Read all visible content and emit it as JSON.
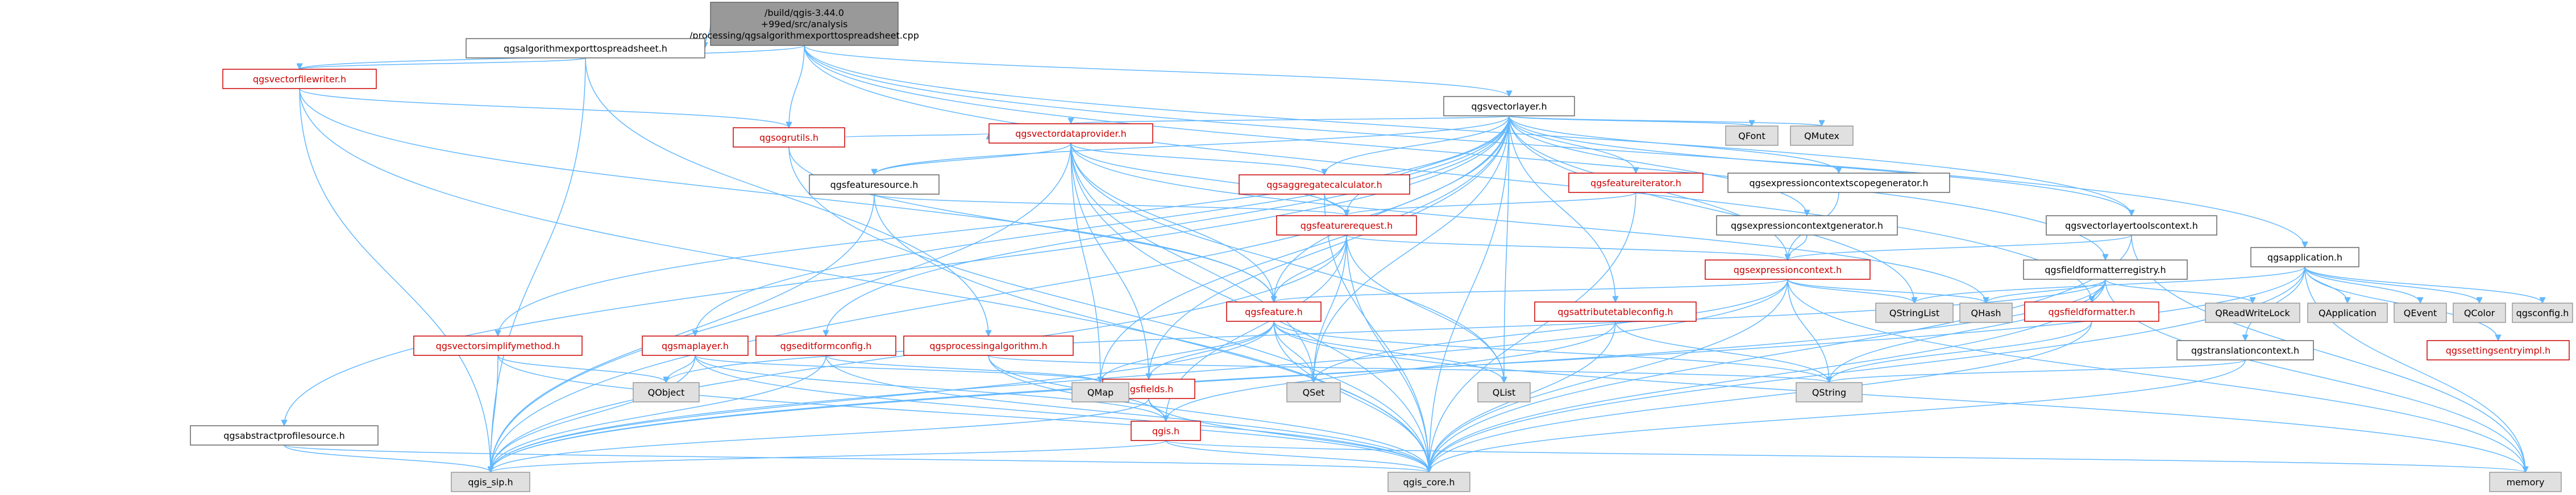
{
  "colors": {
    "edge": "#63b8ff",
    "root_fill": "#999999",
    "root_stroke": "#666666",
    "plain_fill": "#ffffff",
    "plain_stroke": "#666666",
    "red_text": "#cc0000",
    "red_stroke": "#cc0000",
    "ext_fill": "#e0e0e0",
    "ext_stroke": "#999999",
    "text": "#000000"
  },
  "nodes": [
    {
      "id": "root",
      "label": "/build/qgis-3.44.0\n+99ed/src/analysis\n/processing/qgsalgorithmexporttospreadsheet.cpp",
      "kind": "root"
    },
    {
      "id": "algh",
      "label": "qgsalgorithmexporttospreadsheet.h",
      "kind": "plain"
    },
    {
      "id": "vfw",
      "label": "qgsvectorfilewriter.h",
      "kind": "red"
    },
    {
      "id": "ogr",
      "label": "qgsogrutils.h",
      "kind": "red"
    },
    {
      "id": "vl",
      "label": "qgsvectorlayer.h",
      "kind": "plain"
    },
    {
      "id": "vdp",
      "label": "qgsvectordataprovider.h",
      "kind": "red"
    },
    {
      "id": "fs",
      "label": "qgsfeaturesource.h",
      "kind": "plain"
    },
    {
      "id": "aggc",
      "label": "qgsaggregatecalculator.h",
      "kind": "red"
    },
    {
      "id": "fi",
      "label": "qgsfeatureiterator.h",
      "kind": "red"
    },
    {
      "id": "fr",
      "label": "qgsfeaturerequest.h",
      "kind": "red"
    },
    {
      "id": "ecsg",
      "label": "qgsexpressioncontextscopegenerator.h",
      "kind": "plain"
    },
    {
      "id": "ecg",
      "label": "qgsexpressioncontextgenerator.h",
      "kind": "plain"
    },
    {
      "id": "ec",
      "label": "qgsexpressioncontext.h",
      "kind": "red"
    },
    {
      "id": "vltc",
      "label": "qgsvectorlayertoolscontext.h",
      "kind": "plain"
    },
    {
      "id": "ffr",
      "label": "qgsfieldformatterregistry.h",
      "kind": "plain"
    },
    {
      "id": "ff",
      "label": "qgsfieldformatter.h",
      "kind": "red"
    },
    {
      "id": "app",
      "label": "qgsapplication.h",
      "kind": "plain"
    },
    {
      "id": "tc",
      "label": "qgstranslationcontext.h",
      "kind": "plain"
    },
    {
      "id": "feat",
      "label": "qgsfeature.h",
      "kind": "red"
    },
    {
      "id": "atc",
      "label": "qgsattributetableconfig.h",
      "kind": "red"
    },
    {
      "id": "vsm",
      "label": "qgsvectorsimplifymethod.h",
      "kind": "red"
    },
    {
      "id": "ml",
      "label": "qgsmaplayer.h",
      "kind": "red"
    },
    {
      "id": "efc",
      "label": "qgseditformconfig.h",
      "kind": "red"
    },
    {
      "id": "pa",
      "label": "qgsprocessingalgorithm.h",
      "kind": "red"
    },
    {
      "id": "fields",
      "label": "qgsfields.h",
      "kind": "red"
    },
    {
      "id": "qgish",
      "label": "qgis.h",
      "kind": "red"
    },
    {
      "id": "aps",
      "label": "qgsabstractprofilesource.h",
      "kind": "plain"
    },
    {
      "id": "sip",
      "label": "qgis_sip.h",
      "kind": "ext"
    },
    {
      "id": "core",
      "label": "qgis_core.h",
      "kind": "ext"
    },
    {
      "id": "mem",
      "label": "memory",
      "kind": "ext"
    },
    {
      "id": "qfont",
      "label": "QFont",
      "kind": "ext"
    },
    {
      "id": "qmutex",
      "label": "QMutex",
      "kind": "ext"
    },
    {
      "id": "qobject",
      "label": "QObject",
      "kind": "ext"
    },
    {
      "id": "qmap",
      "label": "QMap",
      "kind": "ext"
    },
    {
      "id": "qset",
      "label": "QSet",
      "kind": "ext"
    },
    {
      "id": "qlist",
      "label": "QList",
      "kind": "ext"
    },
    {
      "id": "qstring",
      "label": "QString",
      "kind": "ext"
    },
    {
      "id": "qhash",
      "label": "QHash",
      "kind": "ext"
    },
    {
      "id": "qsl",
      "label": "QStringList",
      "kind": "ext"
    },
    {
      "id": "qrwl",
      "label": "QReadWriteLock",
      "kind": "ext"
    },
    {
      "id": "qapp",
      "label": "QApplication",
      "kind": "ext"
    },
    {
      "id": "qevent",
      "label": "QEvent",
      "kind": "ext"
    },
    {
      "id": "qcolor",
      "label": "QColor",
      "kind": "ext"
    },
    {
      "id": "cfg",
      "label": "qgsconfig.h",
      "kind": "ext"
    },
    {
      "id": "sei",
      "label": "qgssettingsentryimpl.h",
      "kind": "red"
    }
  ],
  "edges": [
    [
      "root",
      "algh"
    ],
    [
      "root",
      "vfw"
    ],
    [
      "root",
      "ogr"
    ],
    [
      "root",
      "vl"
    ],
    [
      "root",
      "vltc"
    ],
    [
      "root",
      "ffr"
    ],
    [
      "root",
      "ff"
    ],
    [
      "root",
      "app"
    ],
    [
      "algh",
      "vfw"
    ],
    [
      "algh",
      "pa"
    ],
    [
      "algh",
      "sip"
    ],
    [
      "vfw",
      "ogr"
    ],
    [
      "vfw",
      "feat"
    ],
    [
      "vfw",
      "sip"
    ],
    [
      "vfw",
      "core"
    ],
    [
      "ogr",
      "vdp"
    ],
    [
      "ogr",
      "feat"
    ],
    [
      "ogr",
      "core"
    ],
    [
      "vl",
      "vdp"
    ],
    [
      "vl",
      "fs"
    ],
    [
      "vl",
      "aggc"
    ],
    [
      "vl",
      "fi"
    ],
    [
      "vl",
      "fr"
    ],
    [
      "vl",
      "ecsg"
    ],
    [
      "vl",
      "ecg"
    ],
    [
      "vl",
      "ec"
    ],
    [
      "vl",
      "vltc"
    ],
    [
      "vl",
      "feat"
    ],
    [
      "vl",
      "fields"
    ],
    [
      "vl",
      "atc"
    ],
    [
      "vl",
      "vsm"
    ],
    [
      "vl",
      "ml"
    ],
    [
      "vl",
      "efc"
    ],
    [
      "vl",
      "aps"
    ],
    [
      "vl",
      "qfont"
    ],
    [
      "vl",
      "qmutex"
    ],
    [
      "vl",
      "qmap"
    ],
    [
      "vl",
      "qset"
    ],
    [
      "vl",
      "qlist"
    ],
    [
      "vl",
      "qsl"
    ],
    [
      "vl",
      "sip"
    ],
    [
      "vl",
      "core"
    ],
    [
      "vdp",
      "fs"
    ],
    [
      "vdp",
      "aggc"
    ],
    [
      "vdp",
      "fr"
    ],
    [
      "vdp",
      "feat"
    ],
    [
      "vdp",
      "fields"
    ],
    [
      "vdp",
      "qmap"
    ],
    [
      "vdp",
      "qset"
    ],
    [
      "vdp",
      "qlist"
    ],
    [
      "vdp",
      "qhash"
    ],
    [
      "vdp",
      "sip"
    ],
    [
      "vdp",
      "core"
    ],
    [
      "fs",
      "fr"
    ],
    [
      "fs",
      "sip"
    ],
    [
      "fs",
      "core"
    ],
    [
      "aggc",
      "fr"
    ],
    [
      "aggc",
      "core"
    ],
    [
      "fi",
      "fr"
    ],
    [
      "fi",
      "core"
    ],
    [
      "fr",
      "ec"
    ],
    [
      "fr",
      "feat"
    ],
    [
      "fr",
      "qlist"
    ],
    [
      "fr",
      "qset"
    ],
    [
      "fr",
      "qgish"
    ],
    [
      "fr",
      "sip"
    ],
    [
      "fr",
      "core"
    ],
    [
      "ecsg",
      "ec"
    ],
    [
      "ecg",
      "ec"
    ],
    [
      "ec",
      "feat"
    ],
    [
      "ec",
      "qhash"
    ],
    [
      "ec",
      "qsl"
    ],
    [
      "ec",
      "qstring"
    ],
    [
      "ec",
      "qset"
    ],
    [
      "ec",
      "core"
    ],
    [
      "ec",
      "sip"
    ],
    [
      "ec",
      "mem"
    ],
    [
      "vltc",
      "ec"
    ],
    [
      "vltc",
      "core"
    ],
    [
      "vltc",
      "mem"
    ],
    [
      "ffr",
      "ff"
    ],
    [
      "ffr",
      "qhash"
    ],
    [
      "ffr",
      "qrwl"
    ],
    [
      "ffr",
      "qstring"
    ],
    [
      "ffr",
      "qobject"
    ],
    [
      "ffr",
      "core"
    ],
    [
      "ffr",
      "sip"
    ],
    [
      "ffr",
      "mem"
    ],
    [
      "ff",
      "qstring"
    ],
    [
      "ff",
      "core"
    ],
    [
      "app",
      "tc"
    ],
    [
      "app",
      "qapp"
    ],
    [
      "app",
      "qevent"
    ],
    [
      "app",
      "qcolor"
    ],
    [
      "app",
      "cfg"
    ],
    [
      "app",
      "sei"
    ],
    [
      "app",
      "qsl"
    ],
    [
      "app",
      "core"
    ],
    [
      "app",
      "sip"
    ],
    [
      "app",
      "mem"
    ],
    [
      "tc",
      "qstring"
    ],
    [
      "tc",
      "core"
    ],
    [
      "feat",
      "fields"
    ],
    [
      "feat",
      "qmap"
    ],
    [
      "feat",
      "qset"
    ],
    [
      "feat",
      "qlist"
    ],
    [
      "feat",
      "qstring"
    ],
    [
      "feat",
      "core"
    ],
    [
      "feat",
      "sip"
    ],
    [
      "feat",
      "mem"
    ],
    [
      "atc",
      "qstring"
    ],
    [
      "atc",
      "core"
    ],
    [
      "atc",
      "qgish"
    ],
    [
      "vsm",
      "qobject"
    ],
    [
      "vsm",
      "core"
    ],
    [
      "vsm",
      "sip"
    ],
    [
      "ml",
      "qobject"
    ],
    [
      "ml",
      "qmap"
    ],
    [
      "ml",
      "qgish"
    ],
    [
      "ml",
      "core"
    ],
    [
      "ml",
      "sip"
    ],
    [
      "efc",
      "qmap"
    ],
    [
      "efc",
      "core"
    ],
    [
      "efc",
      "sip"
    ],
    [
      "pa",
      "qgish"
    ],
    [
      "pa",
      "core"
    ],
    [
      "pa",
      "qstring"
    ],
    [
      "fields",
      "qgish"
    ],
    [
      "fields",
      "core"
    ],
    [
      "fields",
      "sip"
    ],
    [
      "qgish",
      "sip"
    ],
    [
      "qgish",
      "core"
    ],
    [
      "qgish",
      "mem"
    ],
    [
      "aps",
      "sip"
    ],
    [
      "aps",
      "core"
    ]
  ]
}
